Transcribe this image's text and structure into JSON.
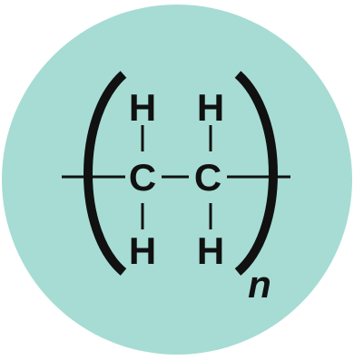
{
  "diagram": {
    "atoms": {
      "h_top_left": "H",
      "h_top_right": "H",
      "c_left": "C",
      "c_right": "C",
      "h_bottom_left": "H",
      "h_bottom_right": "H"
    },
    "repeat_subscript": "n",
    "colors": {
      "background_circle": "#a6dcd4",
      "ink": "#111111"
    }
  }
}
